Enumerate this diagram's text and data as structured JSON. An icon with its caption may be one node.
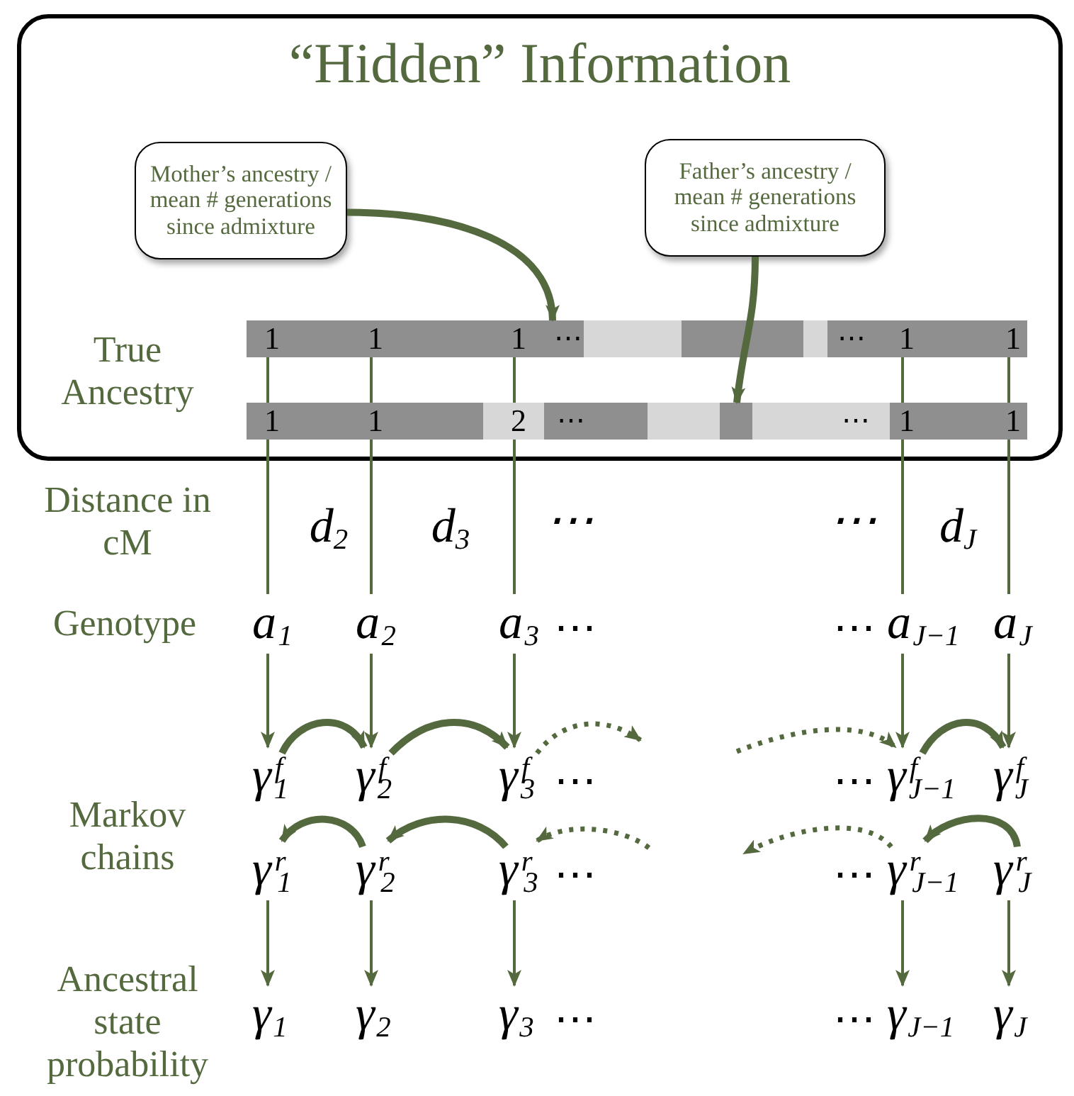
{
  "diagram": {
    "nodes": [
      {
        "text": [
          "“Hidden” Information"
        ]
      },
      {
        "text": [
          "Mother’s ancestry / mean # generations since admixture"
        ],
        "in": 0
      },
      {
        "text": [
          "Father’s ancestry / mean # generations since admixture"
        ],
        "in": 0
      },
      {
        "text": [
          "⋯",
          "⋯"
        ],
        "in": 0
      },
      {
        "text": [
          "1"
        ],
        "in": 3
      },
      {
        "text": [
          "1"
        ],
        "in": 3
      },
      {
        "text": [
          "1"
        ],
        "in": 3
      },
      {
        "text": [
          "1"
        ],
        "in": 3
      },
      {
        "text": [
          "1"
        ],
        "in": 3
      },
      {
        "text": [
          "⋯",
          "⋯"
        ],
        "in": 0
      },
      {
        "text": [
          "1"
        ],
        "in": 9
      },
      {
        "text": [
          "1"
        ],
        "in": 9
      },
      {
        "text": [
          "2"
        ],
        "in": 9
      },
      {
        "text": [
          "1"
        ],
        "in": 9
      },
      {
        "text": [
          "1"
        ],
        "in": 9
      },
      {
        "text": [
          "a$_{1}$"
        ]
      },
      {
        "text": [
          "a$_{2}$"
        ]
      },
      {
        "text": [
          "a$_{3}$"
        ],
        "beside": [
          "⋯"
        ]
      },
      {
        "text": [
          "a$_{J−1}$"
        ],
        "beside": [
          "⋯"
        ]
      },
      {
        "text": [
          "a$_{J}$"
        ]
      },
      {
        "text": [
          "γ$^{f}$$_{1}$"
        ]
      },
      {
        "text": [
          "γ$^{f}$$_{2}$"
        ]
      },
      {
        "text": [
          "γ$^{f}$$_{3}$"
        ],
        "beside": [
          "⋯"
        ]
      },
      {
        "text": [
          "γ$^{f}$$_{J−1}$"
        ],
        "beside": [
          "⋯"
        ]
      },
      {
        "text": [
          "γ$^{f}$$_{J}$"
        ]
      },
      {
        "text": [
          "γ$^{r}$$_{1}$"
        ]
      },
      {
        "text": [
          "γ$^{r}$$_{2}$"
        ]
      },
      {
        "text": [
          "γ$^{r}$$_{3}$"
        ],
        "beside": [
          "⋯"
        ]
      },
      {
        "text": [
          "γ$^{r}$$_{J−1}$"
        ],
        "beside": [
          "⋯"
        ]
      },
      {
        "text": [
          "γ$^{r}$$_{J}$"
        ]
      },
      {
        "text": [
          "γ$_{1}$"
        ]
      },
      {
        "text": [
          "γ$_{2}$"
        ]
      },
      {
        "text": [
          "γ$_{3}$"
        ],
        "beside": [
          "⋯"
        ]
      },
      {
        "text": [
          "γ$_{J−1}$"
        ],
        "beside": [
          "⋯"
        ]
      },
      {
        "text": [
          "γ$_{J}$"
        ]
      }
    ],
    "edges": [
      {
        "from": 1,
        "to": 3,
        "arrow": "to",
        "style": "thick"
      },
      {
        "from": 2,
        "to": 9,
        "arrow": "to",
        "style": "thick"
      },
      {
        "from": 4,
        "to": 10,
        "arrow": "none"
      },
      {
        "from": 5,
        "to": 11,
        "arrow": "none"
      },
      {
        "from": 6,
        "to": 12,
        "arrow": "none"
      },
      {
        "from": 7,
        "to": 13,
        "arrow": "none"
      },
      {
        "from": 8,
        "to": 14,
        "arrow": "none"
      },
      {
        "from": 10,
        "to": 15,
        "arrow": "none"
      },
      {
        "from": 11,
        "to": 16,
        "arrow": "none"
      },
      {
        "from": 12,
        "to": 17,
        "arrow": "none"
      },
      {
        "from": 13,
        "to": 18,
        "arrow": "none"
      },
      {
        "from": 14,
        "to": 19,
        "arrow": "none"
      },
      {
        "from": 15,
        "to": 20,
        "arrow": "to"
      },
      {
        "from": 16,
        "to": 21,
        "arrow": "to"
      },
      {
        "from": 17,
        "to": 22,
        "arrow": "to"
      },
      {
        "from": 18,
        "to": 23,
        "arrow": "to"
      },
      {
        "from": 19,
        "to": 24,
        "arrow": "to"
      },
      {
        "from": 20,
        "to": 21,
        "arrow": "to",
        "style": "thick"
      },
      {
        "from": 21,
        "to": 22,
        "arrow": "to",
        "style": "thick"
      },
      {
        "from": 22,
        "to": null,
        "arrow": "to",
        "style": "dashed"
      },
      {
        "from": null,
        "to": 23,
        "arrow": "to",
        "style": "dashed"
      },
      {
        "from": 23,
        "to": 24,
        "arrow": "to",
        "style": "thick"
      },
      {
        "from": 26,
        "to": 25,
        "arrow": "to",
        "style": "thick"
      },
      {
        "from": 27,
        "to": 26,
        "arrow": "to",
        "style": "thick"
      },
      {
        "from": null,
        "to": 27,
        "arrow": "to",
        "style": "dashed"
      },
      {
        "from": 28,
        "to": null,
        "arrow": "to",
        "style": "dashed"
      },
      {
        "from": 29,
        "to": 28,
        "arrow": "to",
        "style": "thick"
      },
      {
        "from": 25,
        "to": 30,
        "arrow": "to"
      },
      {
        "from": 26,
        "to": 31,
        "arrow": "to"
      },
      {
        "from": 27,
        "to": 32,
        "arrow": "to"
      },
      {
        "from": 28,
        "to": 33,
        "arrow": "to"
      },
      {
        "from": 29,
        "to": 34,
        "arrow": "to"
      }
    ],
    "labels": [
      "True Ancestry",
      "Distance in cM",
      "d$_{2}$",
      "d$_{3}$",
      "⋯",
      "⋯",
      "d$_{J}$",
      "Genotype",
      "Markov chains",
      "Ancestral state probability"
    ]
  }
}
